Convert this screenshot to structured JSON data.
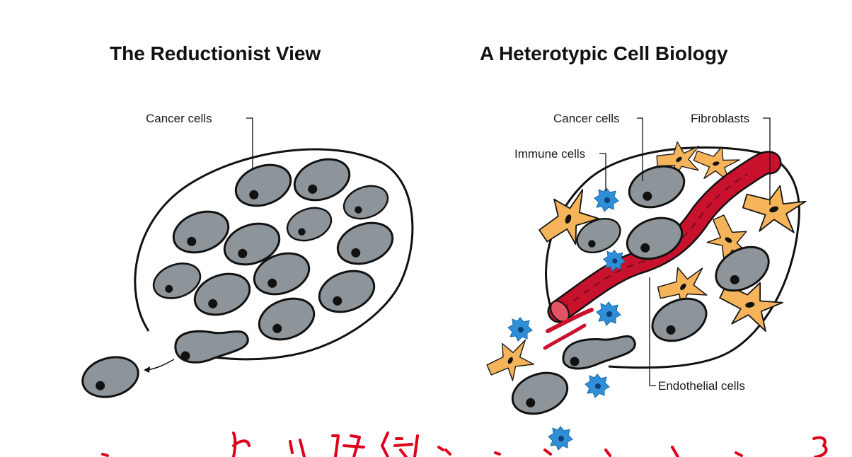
{
  "left_panel": {
    "title": "The Reductionist View",
    "labels": {
      "cancer_cells": "Cancer cells"
    }
  },
  "right_panel": {
    "title": "A Heterotypic Cell Biology",
    "labels": {
      "cancer_cells": "Cancer cells",
      "fibroblasts": "Fibroblasts",
      "immune_cells": "Immune cells",
      "endothelial_cells": "Endothelial cells"
    }
  },
  "colors": {
    "cancer_cell": "#8e959a",
    "nucleus": "#111111",
    "fibroblast": "#f5b45a",
    "immune_cell": "#2f8fd6",
    "vessel": "#c8122d",
    "annotation": "#e0001a"
  }
}
